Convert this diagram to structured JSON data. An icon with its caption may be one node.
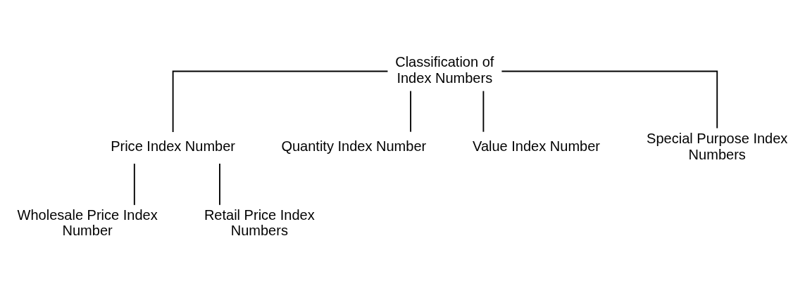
{
  "diagram": {
    "nodes": [
      {
        "text": [
          "Classification of Index Numbers"
        ]
      },
      {
        "text": [
          "Price Index Number"
        ]
      },
      {
        "text": [
          "Quantity Index Number"
        ]
      },
      {
        "text": [
          "Value Index Number"
        ]
      },
      {
        "text": [
          "Special Purpose Index Numbers"
        ]
      },
      {
        "text": [
          "Wholesale Price Index Number"
        ]
      },
      {
        "text": [
          "Retail Price Index Numbers"
        ]
      }
    ],
    "edges": [
      {
        "from": 0,
        "to": 1,
        "arrow": "none"
      },
      {
        "from": 0,
        "to": 2,
        "arrow": "none"
      },
      {
        "from": 0,
        "to": 3,
        "arrow": "none"
      },
      {
        "from": 0,
        "to": 4,
        "arrow": "none"
      },
      {
        "from": 1,
        "to": 5,
        "arrow": "none"
      },
      {
        "from": 1,
        "to": 6,
        "arrow": "none"
      }
    ]
  }
}
